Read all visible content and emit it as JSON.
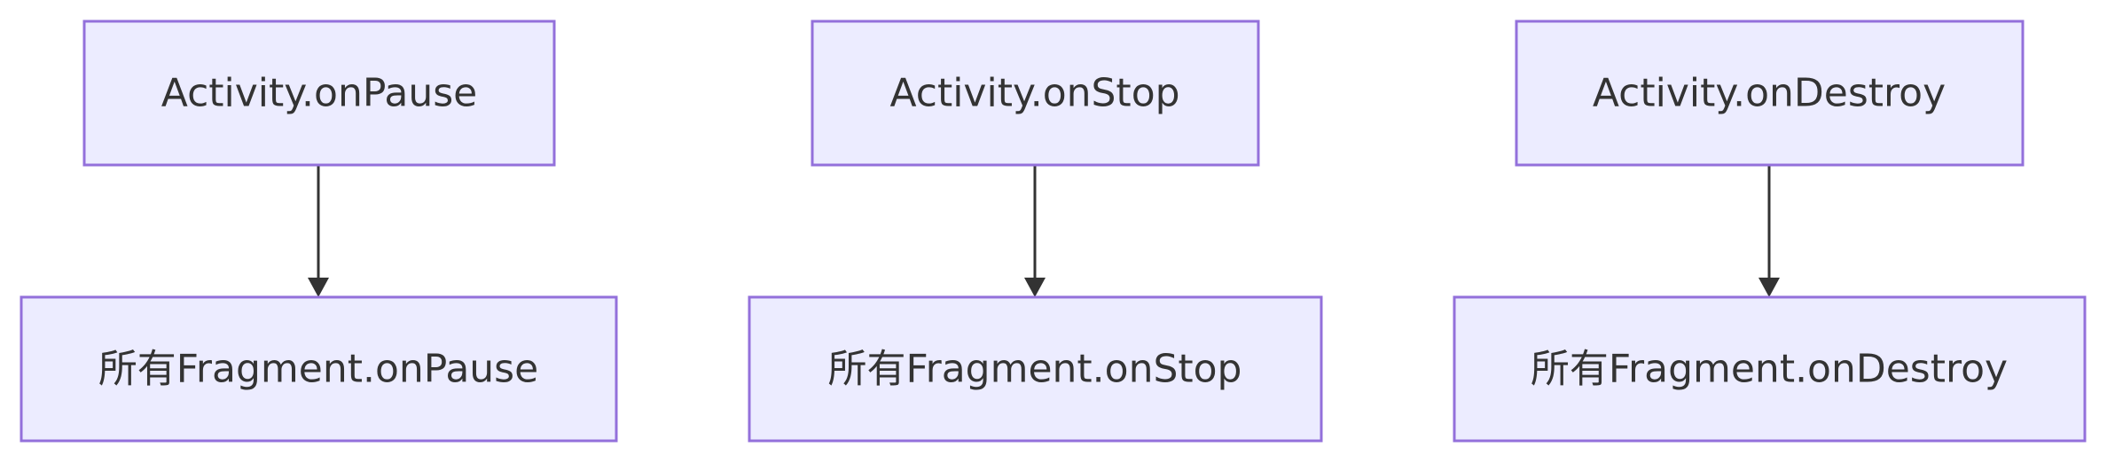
{
  "diagram": {
    "type": "flowchart",
    "direction": "top-down",
    "colors": {
      "node_fill": "#ECECFF",
      "node_border": "#9370DB",
      "text": "#333333",
      "edge": "#333333",
      "background": "#FFFFFF"
    },
    "nodes": [
      {
        "id": "activity-onpause",
        "label": "Activity.onPause"
      },
      {
        "id": "activity-onstop",
        "label": "Activity.onStop"
      },
      {
        "id": "activity-ondestroy",
        "label": "Activity.onDestroy"
      },
      {
        "id": "fragments-onpause",
        "label": "所有Fragment.onPause"
      },
      {
        "id": "fragments-onstop",
        "label": "所有Fragment.onStop"
      },
      {
        "id": "fragments-ondestroy",
        "label": "所有Fragment.onDestroy"
      }
    ],
    "edges": [
      {
        "from": "activity-onpause",
        "to": "fragments-onpause"
      },
      {
        "from": "activity-onstop",
        "to": "fragments-onstop"
      },
      {
        "from": "activity-ondestroy",
        "to": "fragments-ondestroy"
      }
    ]
  }
}
